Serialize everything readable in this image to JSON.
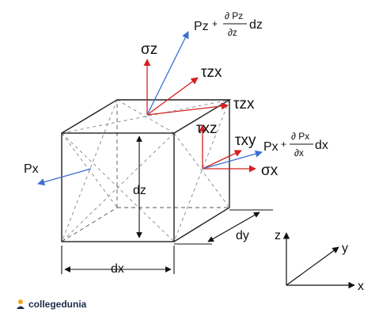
{
  "labels": {
    "sigma_z": "σz",
    "tau_zx_top": "τzx",
    "tau_zx_right": "τzx",
    "tau_xz": "τxz",
    "tau_xy": "τxy",
    "sigma_x": "σx",
    "p_x_left": "Px",
    "pz_expr": {
      "base": "Pz",
      "plus": "+",
      "num": "∂ Pz",
      "den": "∂z",
      "tail": "dz"
    },
    "px_expr": {
      "base": "Px",
      "plus": "+",
      "num": "∂ Px",
      "den": "∂x",
      "tail": "dx"
    },
    "dz": "dz",
    "dx": "dx",
    "dy": "dy"
  },
  "axes": {
    "z": "z",
    "y": "y",
    "x": "x"
  },
  "logo": {
    "text": "collegedunia"
  },
  "colors": {
    "normal_stress": "#d42020",
    "resultant": "#3b6fd1",
    "edges": "#222222"
  }
}
